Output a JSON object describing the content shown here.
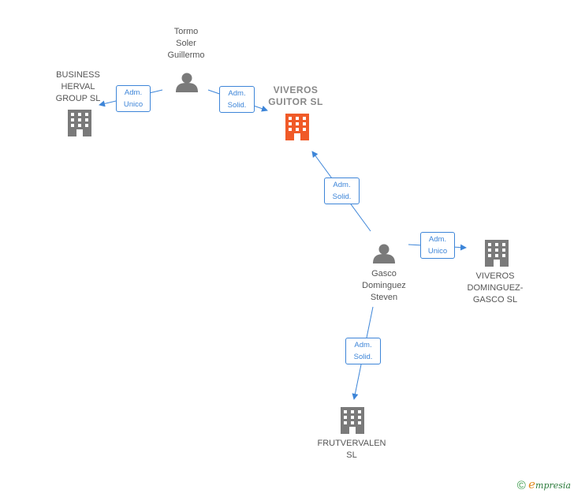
{
  "colors": {
    "edge": "#3d85d8",
    "node": "#7a7a7a",
    "focus": "#f05a28"
  },
  "nodes": {
    "tormo": {
      "label": "Tormo\nSoler\nGuillermo",
      "icon": "person-icon"
    },
    "business_herval": {
      "label": "BUSINESS\nHERVAL\nGROUP  SL",
      "icon": "building-icon"
    },
    "viveros_guitor": {
      "label": "VIVEROS\nGUITOR  SL",
      "icon": "building-icon"
    },
    "gasco": {
      "label": "Gasco\nDominguez\nSteven",
      "icon": "person-icon"
    },
    "viveros_dominguez": {
      "label": "VIVEROS\nDOMINGUEZ-\nGASCO  SL",
      "icon": "building-icon"
    },
    "frutvervalen": {
      "label": "FRUTVERVALEN\nSL",
      "icon": "building-icon"
    }
  },
  "edges": {
    "e1": "Adm.\nUnico",
    "e2": "Adm.\nSolid.",
    "e3": "Adm.\nSolid.",
    "e4": "Adm.\nUnico",
    "e5": "Adm.\nSolid."
  },
  "footer": {
    "copyright": "©",
    "brand_initial": "e",
    "brand_rest": "mpresia"
  }
}
